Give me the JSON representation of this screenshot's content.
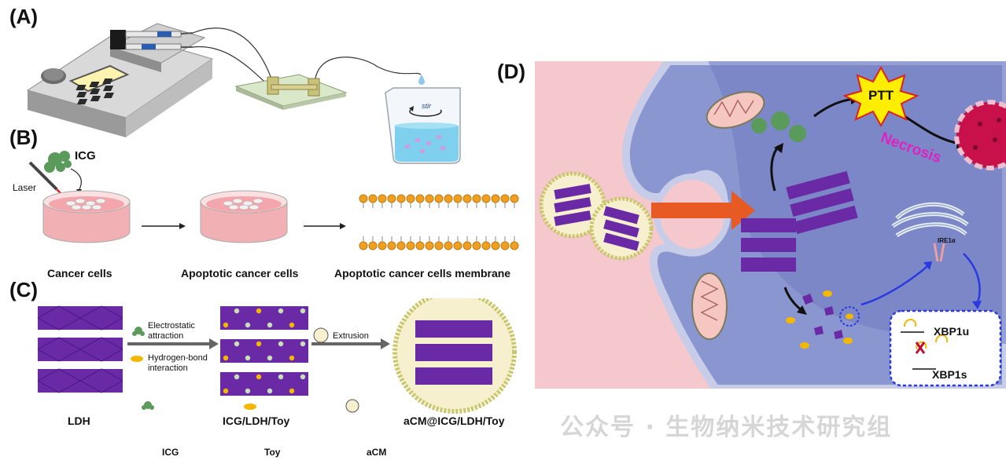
{
  "panels": {
    "a": "(A)",
    "b": "(B)",
    "c": "(C)",
    "d": "(D)"
  },
  "panel_a": {
    "stir": "stir"
  },
  "panel_b": {
    "icg": "ICG",
    "laser": "Laser",
    "cap1": "Cancer cells",
    "cap2": "Apoptotic cancer cells",
    "cap3": "Apoptotic cancer cells membrane"
  },
  "panel_c": {
    "electrostatic": "Electrostatic attraction",
    "hbond": "Hydrogen-bond interaction",
    "extrusion": "Extrusion",
    "cap1": "LDH",
    "cap2": "ICG/LDH/Toy",
    "cap3": "aCM@ICG/LDH/Toy",
    "legend": {
      "icg": "ICG",
      "toy": "Toy",
      "acm": "aCM"
    }
  },
  "panel_d": {
    "ptt": "PTT",
    "necrosis": "Necrosis",
    "ire1": "IRE1α",
    "xbp1u": "XBP1u",
    "xbp1s": "XBP1s"
  },
  "watermark": "公众号 · 生物纳米技术研究组",
  "colors": {
    "ldh": "#6a2aa6",
    "ldh_dark": "#4a1880",
    "icg": "#5a9a5a",
    "toy": "#f5b800",
    "acm": "#f7f0cf",
    "cell": "#8a96d0",
    "extracellular": "#f4c8cc",
    "orange_arrow": "#e85a24",
    "necrosis": "#e020c0",
    "ptt_star": "#ffee00"
  }
}
